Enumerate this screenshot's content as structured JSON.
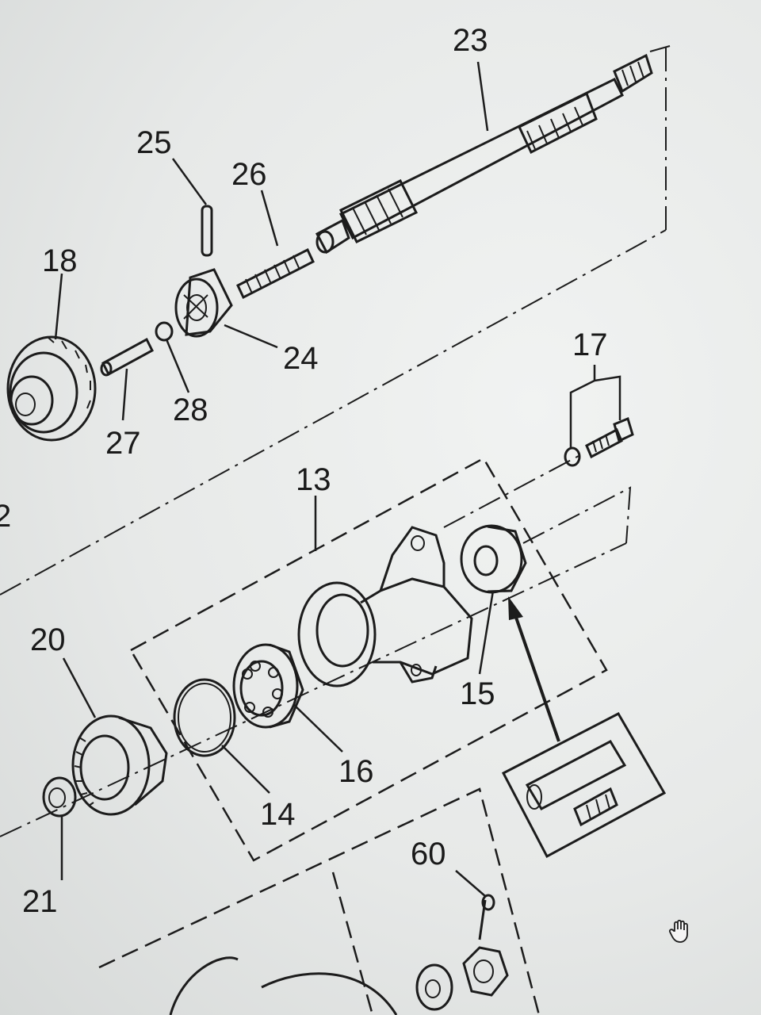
{
  "diagram": {
    "callouts": [
      {
        "id": "23"
      },
      {
        "id": "25"
      },
      {
        "id": "26"
      },
      {
        "id": "18"
      },
      {
        "id": "24"
      },
      {
        "id": "27"
      },
      {
        "id": "28"
      },
      {
        "id": "17"
      },
      {
        "id": "13"
      },
      {
        "id": "2"
      },
      {
        "id": "20"
      },
      {
        "id": "15"
      },
      {
        "id": "16"
      },
      {
        "id": "14"
      },
      {
        "id": "21"
      },
      {
        "id": "60"
      }
    ]
  },
  "colors": {
    "ink": "#1c1c1c",
    "paper": "#eceeed"
  }
}
